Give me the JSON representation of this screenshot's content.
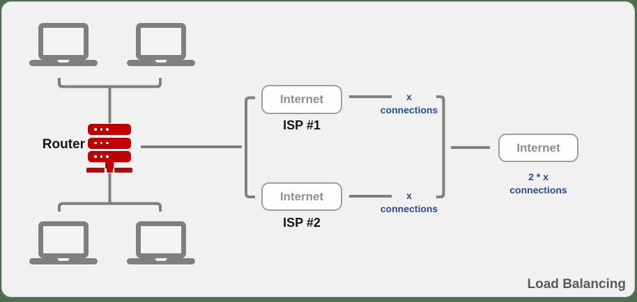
{
  "diagram": {
    "title": "Load Balancing",
    "router": {
      "label": "Router"
    },
    "clients": {
      "top_count": 2,
      "bottom_count": 2
    },
    "isp1": {
      "node_label": "Internet",
      "name": "ISP #1",
      "capacity_line1": "x",
      "capacity_line2": "connections"
    },
    "isp2": {
      "node_label": "Internet",
      "name": "ISP #2",
      "capacity_line1": "x",
      "capacity_line2": "connections"
    },
    "combined": {
      "node_label": "Internet",
      "capacity_line1": "2 * x",
      "capacity_line2": "connections"
    },
    "colors": {
      "router_red": "#c00000",
      "label_blue": "#2a4b8e",
      "line_gray": "#7f7f7f",
      "frame_green": "#4d6f50",
      "canvas_gray": "#f2f1f1"
    }
  }
}
